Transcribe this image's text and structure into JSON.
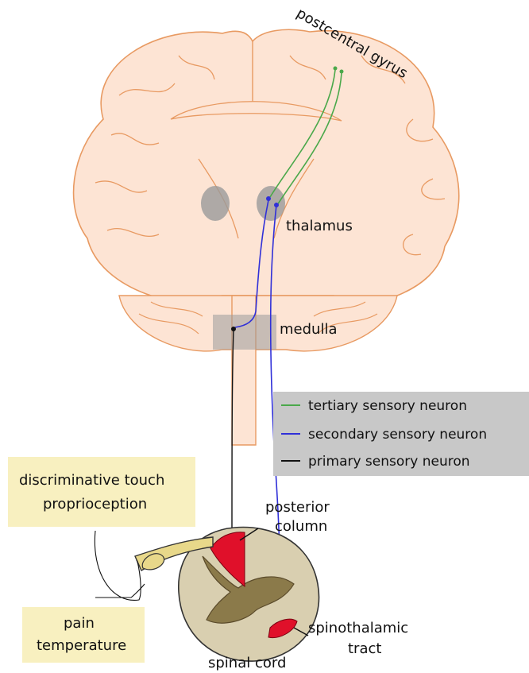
{
  "labels": {
    "postcentral_gyrus": "postcentral gyrus",
    "thalamus": "thalamus",
    "medulla": "medulla",
    "posterior_column_line1": "posterior",
    "posterior_column_line2": "column",
    "spinothalamic_line1": "spinothalamic",
    "spinothalamic_line2": "tract",
    "spinal_cord": "spinal cord"
  },
  "legend": {
    "items": [
      {
        "label": "tertiary sensory neuron",
        "color": "#4aa84a"
      },
      {
        "label": "secondary sensory neuron",
        "color": "#3030d8"
      },
      {
        "label": "primary sensory neuron",
        "color": "#111111"
      }
    ]
  },
  "boxes": {
    "touch_line1": "discriminative touch",
    "touch_line2": "proprioception",
    "pain_line1": "pain",
    "pain_line2": "temperature"
  },
  "colors": {
    "brain_fill": "#fde4d4",
    "brain_outline": "#e89a62",
    "legend_bg": "#c8c8c8",
    "label_box_bg": "#f8f0c0",
    "tract_red": "#e0102a"
  }
}
